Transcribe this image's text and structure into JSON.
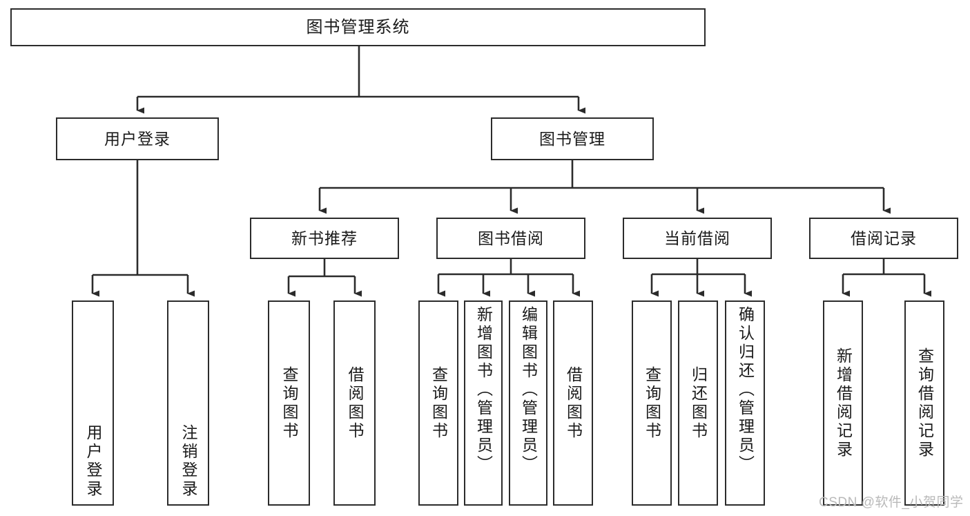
{
  "diagram": {
    "title": "图书管理系统",
    "watermark": "CSDN @软件_小贺同学",
    "stroke_color": "#2b2b2b",
    "text_color": "#1a1a1a",
    "background_color": "#ffffff",
    "watermark_color": "#b9b9b9",
    "type": "tree-hierarchy",
    "levels": 4,
    "nodes": {
      "root": {
        "label": "图书管理系统"
      },
      "level2": [
        {
          "label": "用户登录"
        },
        {
          "label": "图书管理"
        }
      ],
      "level3": [
        {
          "label": "新书推荐"
        },
        {
          "label": "图书借阅"
        },
        {
          "label": "当前借阅"
        },
        {
          "label": "借阅记录"
        }
      ],
      "leaves": {
        "user_login": [
          {
            "label": "用户登录"
          },
          {
            "label": "注销登录"
          }
        ],
        "new_book_recommend": [
          {
            "label": "查询图书"
          },
          {
            "label": "借阅图书"
          }
        ],
        "book_borrow": [
          {
            "label": "查询图书"
          },
          {
            "label": "新增图书（管理员）"
          },
          {
            "label": "编辑图书（管理员）"
          },
          {
            "label": "借阅图书"
          }
        ],
        "current_borrow": [
          {
            "label": "查询图书"
          },
          {
            "label": "归还图书"
          },
          {
            "label": "确认归还（管理员）"
          }
        ],
        "borrow_record": [
          {
            "label": "新增借阅记录"
          },
          {
            "label": "查询借阅记录"
          }
        ]
      }
    }
  }
}
